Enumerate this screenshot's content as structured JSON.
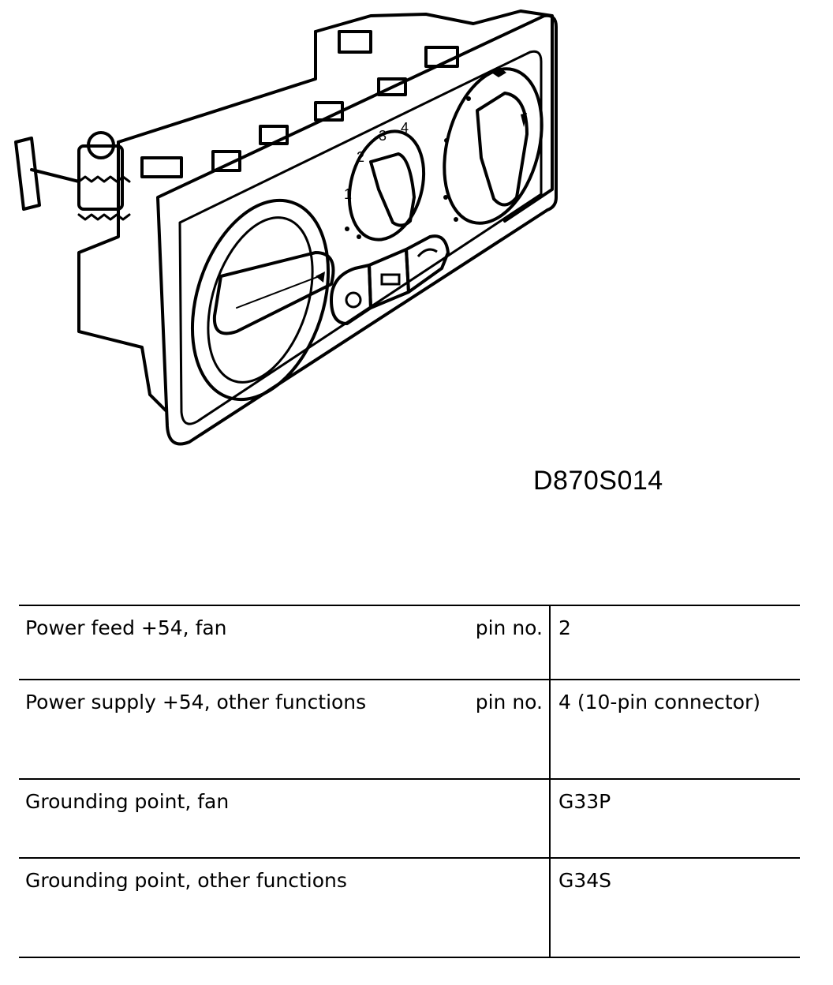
{
  "figure": {
    "code": "D870S014",
    "dial_numbers": [
      "1",
      "2",
      "3",
      "4"
    ]
  },
  "table": {
    "rows": [
      {
        "description": "Power feed +54, fan",
        "pin_label": "pin no.",
        "value": "2"
      },
      {
        "description": "Power supply +54, other functions",
        "pin_label": "pin no.",
        "value": "4 (10-pin connector)"
      },
      {
        "description": "Grounding point, fan",
        "pin_label": "",
        "value": "G33P"
      },
      {
        "description": "Grounding point, other functions",
        "pin_label": "",
        "value": "G34S"
      }
    ]
  }
}
